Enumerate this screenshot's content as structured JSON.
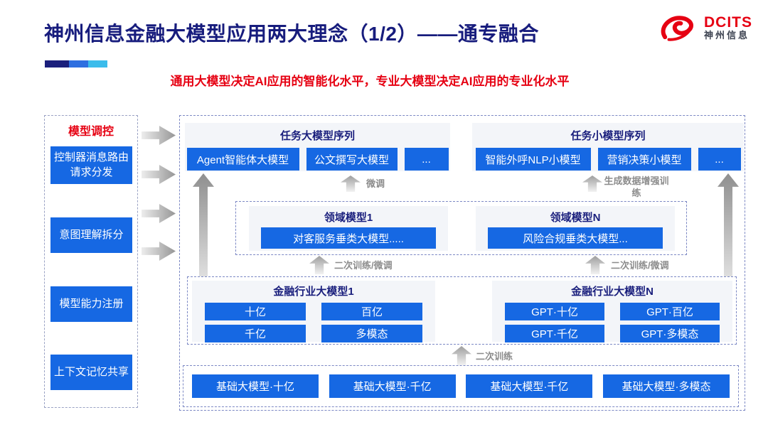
{
  "header": {
    "title": "神州信息金融大模型应用两大理念（1/2）——通专融合",
    "subtitle": "通用大模型决定AI应用的智能化水平，专业大模型决定AI应用的专业化水平",
    "logo": {
      "brand": "DCITS",
      "brand_cn": "神州信息"
    }
  },
  "sidebar": {
    "title": "模型调控",
    "items": [
      "控制器消息路由请求分发",
      "意图理解拆分",
      "模型能力注册",
      "上下文记忆共享"
    ]
  },
  "main": {
    "task_large": {
      "title": "任务大模型序列",
      "items": [
        "Agent智能体大模型",
        "公文撰写大模型",
        "..."
      ]
    },
    "task_small": {
      "title": "任务小模型序列",
      "items": [
        "智能外呼NLP小模型",
        "营销决策小模型",
        "..."
      ]
    },
    "domain": {
      "left": {
        "title": "领域模型1",
        "item": "对客服务垂类大模型....."
      },
      "right": {
        "title": "领域模型N",
        "item": "风险合规垂类大模型..."
      }
    },
    "industry": {
      "left": {
        "title": "金融行业大模型1",
        "items": [
          "十亿",
          "百亿",
          "千亿",
          "多模态"
        ]
      },
      "right": {
        "title": "金融行业大模型N",
        "items": [
          "GPT·十亿",
          "GPT·百亿",
          "GPT·千亿",
          "GPT·多模态"
        ]
      }
    },
    "base": {
      "items": [
        "基础大模型·十亿",
        "基础大模型·千亿",
        "基础大模型·千亿",
        "基础大模型·多模态"
      ]
    },
    "labels": {
      "finetune": "微调",
      "gen_data": "生成数据增强训练",
      "secondary_finetune_left": "二次训练/微调",
      "secondary_finetune_right": "二次训练/微调",
      "secondary_training": "二次训练"
    }
  },
  "colors": {
    "accent_blue": "#1668E3",
    "navy": "#171C7D",
    "red": "#E60012"
  }
}
